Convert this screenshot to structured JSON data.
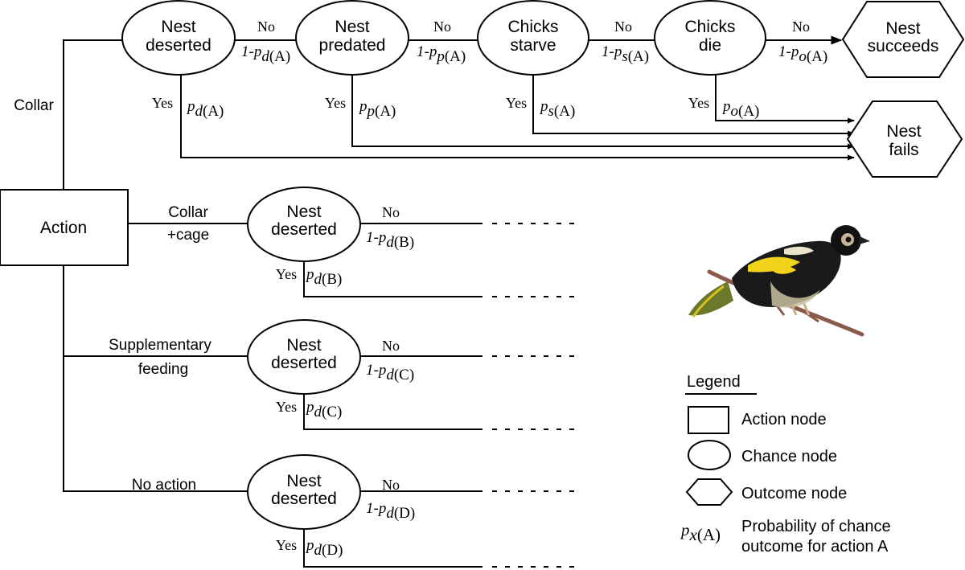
{
  "action_node": {
    "label": "Action"
  },
  "branches": {
    "a": {
      "label_1": "Collar",
      "label_2": ""
    },
    "b": {
      "label_1": "Collar",
      "label_2": "+cage"
    },
    "c": {
      "label_1": "Supplementary",
      "label_2": "feeding"
    },
    "d": {
      "label_1": "No action",
      "label_2": ""
    }
  },
  "chance_nodes_a": [
    {
      "line1": "Nest",
      "line2": "deserted",
      "no": "No",
      "yes": "Yes",
      "sub": "d"
    },
    {
      "line1": "Nest",
      "line2": "predated",
      "no": "No",
      "yes": "Yes",
      "sub": "p"
    },
    {
      "line1": "Chicks",
      "line2": "starve",
      "no": "No",
      "yes": "Yes",
      "sub": "s"
    },
    {
      "line1": "Chicks",
      "line2": "die",
      "no": "No",
      "yes": "Yes",
      "sub": "o"
    }
  ],
  "chance_nodes_other": [
    {
      "line1": "Nest",
      "line2": "deserted",
      "no": "No",
      "yes": "Yes",
      "sub": "d",
      "action": "B"
    },
    {
      "line1": "Nest",
      "line2": "deserted",
      "no": "No",
      "yes": "Yes",
      "sub": "d",
      "action": "C"
    },
    {
      "line1": "Nest",
      "line2": "deserted",
      "no": "No",
      "yes": "Yes",
      "sub": "d",
      "action": "D"
    }
  ],
  "outcomes": {
    "succeeds": {
      "line1": "Nest",
      "line2": "succeeds"
    },
    "fails": {
      "line1": "Nest",
      "line2": "fails"
    }
  },
  "prob_symbols": {
    "p": "p",
    "one_minus": "1-",
    "action_a": "(A)",
    "paren_open": "(",
    "paren_close": ")"
  },
  "legend": {
    "title": "Legend",
    "action": "Action node",
    "chance": "Chance node",
    "outcome": "Outcome node",
    "prob_desc_1": "Probability of chance",
    "prob_desc_2": "outcome for action A",
    "prob_sub": "x",
    "prob_action": "(A)"
  },
  "colors": {
    "stroke": "#000000",
    "background": "#ffffff"
  },
  "icons": {
    "bird": "regent-honeyeater-bird-illustration"
  }
}
